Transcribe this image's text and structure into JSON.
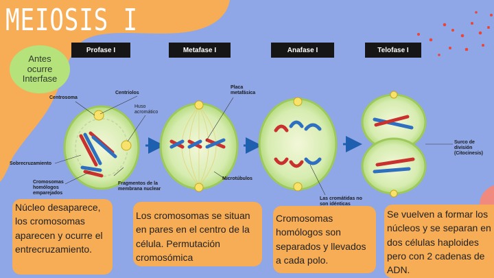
{
  "title": "MEIOSIS I",
  "intro_bubble": "Antes ocurre Interfase",
  "phases": [
    "Profase I",
    "Metafase I",
    "Anafase I",
    "Telofase I"
  ],
  "labels": {
    "centriolos": "Centriolos",
    "centrosoma": "Centrosoma",
    "huso": "Huso acromático",
    "placa": "Placa metafásica",
    "sobrecruzamiento": "Sobrecruzamiento",
    "cromosomas_homologos": "Cromosomas homólogos emparejados",
    "fragmentos": "Fragmentos de la membrana nuclear",
    "microtubulos": "Microtúbulos",
    "cromatidas": "Las cromátidas no son idénticas",
    "surco": "Surco de división (Citocinesis)"
  },
  "descriptions": [
    "Núcleo desaparece, los cromosomas aparecen y ocurre el entrecruzamiento.",
    "Los cromosomas se situan en pares en el centro de la célula. Permutación cromosómica",
    "Cromosomas homólogos son separados y llevados a cada polo.",
    "Se vuelven a formar los núcleos y se separan en dos células haploides pero con 2 cadenas de ADN."
  ],
  "colors": {
    "background": "#8fa7e6",
    "orange": "#f6ad55",
    "green_bubble": "#b5e27a",
    "chromosome_red": "#c8312e",
    "chromosome_blue": "#2f6fc0",
    "arrow": "#1f5fb0",
    "cell_fill": "#cfe7a6"
  }
}
